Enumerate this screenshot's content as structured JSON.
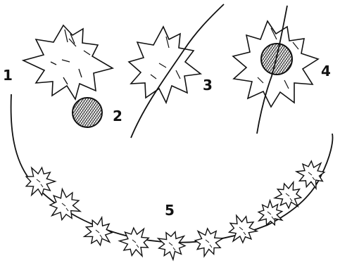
{
  "labels": {
    "step_1": "1",
    "step_2": "2",
    "step_3": "3",
    "step_4": "4",
    "step_5": "5"
  },
  "colors": {
    "ink": "#111111",
    "paper": "#ffffff"
  },
  "icons": {
    "flat_star": "star-shape-icon",
    "round_disc": "hatched-disc-icon",
    "wire": "wire-line-icon",
    "garland": "garland-icon"
  }
}
